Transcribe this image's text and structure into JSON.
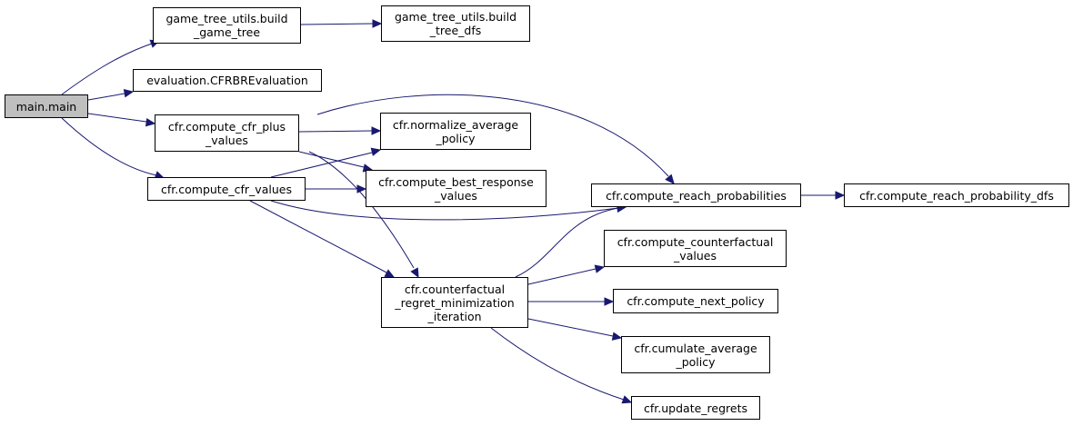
{
  "colors": {
    "edge": "#191970",
    "node_border": "#000000",
    "node_fill": "#ffffff",
    "root_fill": "#bfbfbf"
  },
  "nodes": {
    "main": "main.main",
    "build_game_tree": "game_tree_utils.build\n_game_tree",
    "build_tree_dfs": "game_tree_utils.build\n_tree_dfs",
    "cfrbr_evaluation": "evaluation.CFRBREvaluation",
    "compute_cfr_plus_values": "cfr.compute_cfr_plus\n_values",
    "normalize_average_policy": "cfr.normalize_average\n_policy",
    "compute_cfr_values": "cfr.compute_cfr_values",
    "compute_best_response_values": "cfr.compute_best_response\n_values",
    "compute_reach_probabilities": "cfr.compute_reach_probabilities",
    "compute_reach_probability_dfs": "cfr.compute_reach_probability_dfs",
    "compute_counterfactual_values": "cfr.compute_counterfactual\n_values",
    "counterfactual_regret_minimization_iteration": "cfr.counterfactual\n_regret_minimization\n_iteration",
    "compute_next_policy": "cfr.compute_next_policy",
    "cumulate_average_policy": "cfr.cumulate_average\n_policy",
    "update_regrets": "cfr.update_regrets"
  }
}
